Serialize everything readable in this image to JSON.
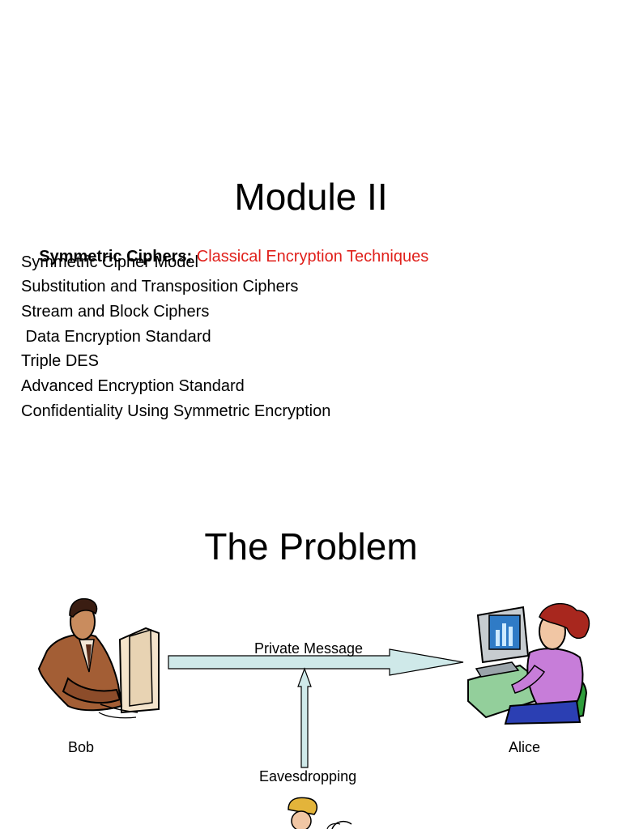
{
  "slide1": {
    "title": "Module II",
    "lead": {
      "label": "Symmetric Ciphers: ",
      "accent": "Classical Encryption Techniques",
      "accent_color": "#e0201b"
    },
    "topics": [
      "Symmetric Cipher Model",
      "Substitution and Transposition Ciphers",
      "Stream and Block Ciphers",
      " Data Encryption Standard",
      "Triple DES",
      "Advanced Encryption Standard",
      "Confidentiality Using Symmetric Encryption"
    ]
  },
  "slide2": {
    "title": "The Problem",
    "sender": "Bob",
    "receiver": "Alice",
    "message_label": "Private Message",
    "eavesdrop_label": "Eavesdropping",
    "arrow_color": "#cfe9e9",
    "icons": [
      "man-at-computer-icon",
      "woman-at-computer-icon",
      "eavesdropper-icon"
    ]
  }
}
